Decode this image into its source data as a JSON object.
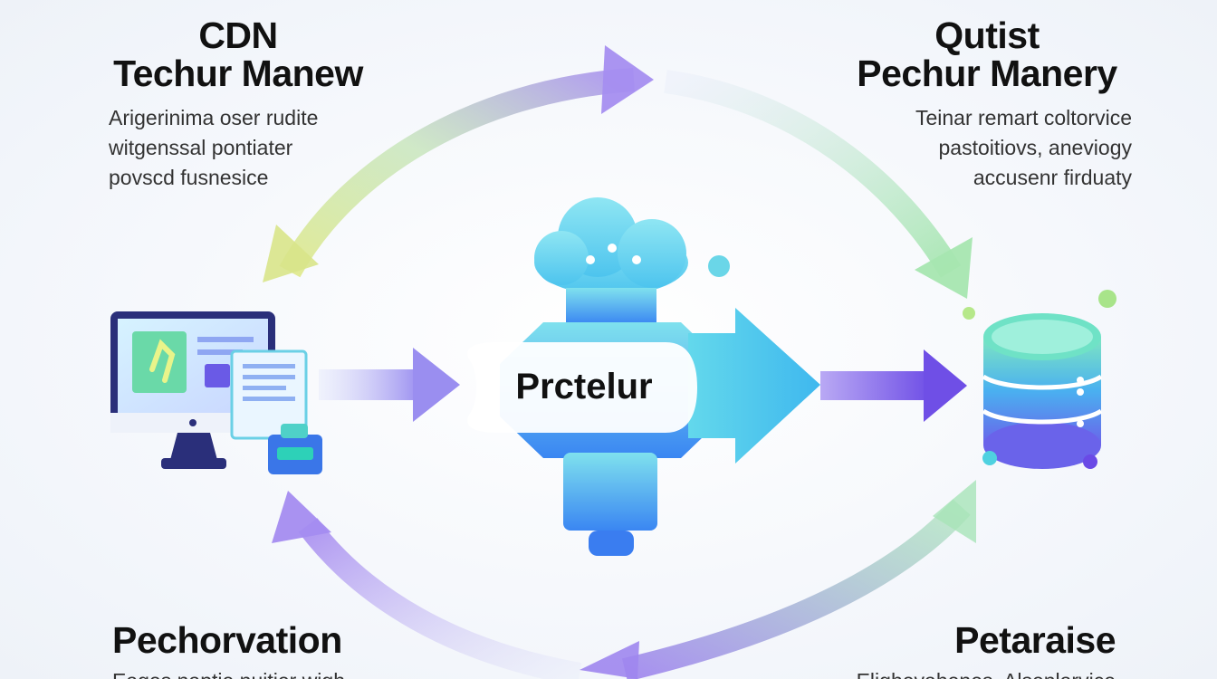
{
  "diagram": {
    "top_left": {
      "title_line1": "CDN",
      "title_line2": "Techur Manew",
      "desc_lines": [
        "Arigerinima oser rudite",
        "witgenssal pontiater",
        "povscd fusnesice"
      ]
    },
    "top_right": {
      "title_line1": "Qutist",
      "title_line2": "Pechur Manery",
      "desc_lines": [
        "Teinar remart coltorvice",
        "pastoitiovs, aneviogy",
        "accusenr firduaty"
      ]
    },
    "bottom_left": {
      "title": "Pechorvation",
      "desc": "Eages naptie nuitier wigh"
    },
    "bottom_right": {
      "title": "Petaraise",
      "desc": "Elighevahenes, Alsenlarvice"
    },
    "center": {
      "label": "Prctelur"
    }
  },
  "colors": {
    "accent_purple": "#7b62e8",
    "accent_green": "#b6e28a",
    "accent_cyan": "#4fd1e0",
    "accent_blue": "#3a8cf0"
  },
  "icons": [
    "computer-monitor-icon",
    "cloud-server-icon",
    "database-icon",
    "camera-icon"
  ]
}
